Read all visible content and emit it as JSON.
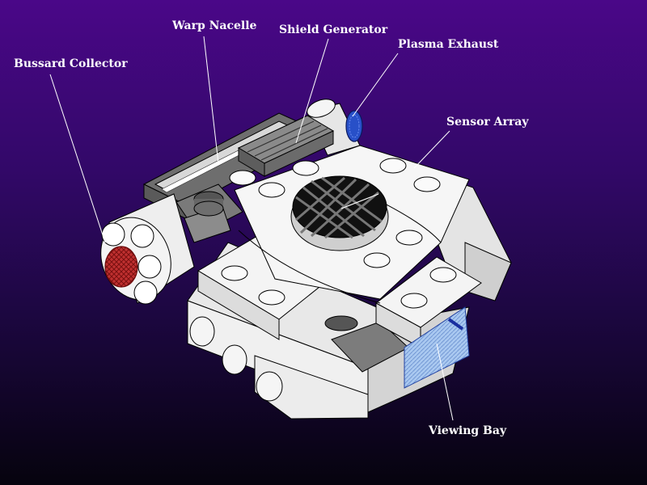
{
  "labels": {
    "bussard_collector": "Bussard Collector",
    "warp_nacelle": "Warp Nacelle",
    "shield_generator": "Shield Generator",
    "plasma_exhaust": "Plasma Exhaust",
    "sensor_array": "Sensor Array",
    "viewing_bay": "Viewing Bay"
  },
  "colors": {
    "background_top": "#4a0788",
    "background_bottom": "#06030e",
    "brick_white": "#f2f2f2",
    "brick_gray": "#7a7a7a",
    "bussard_red": "#b02020",
    "exhaust_blue": "#2850c8",
    "viewport_blue": "#8fb4e8",
    "leader_line": "#ffffff"
  }
}
